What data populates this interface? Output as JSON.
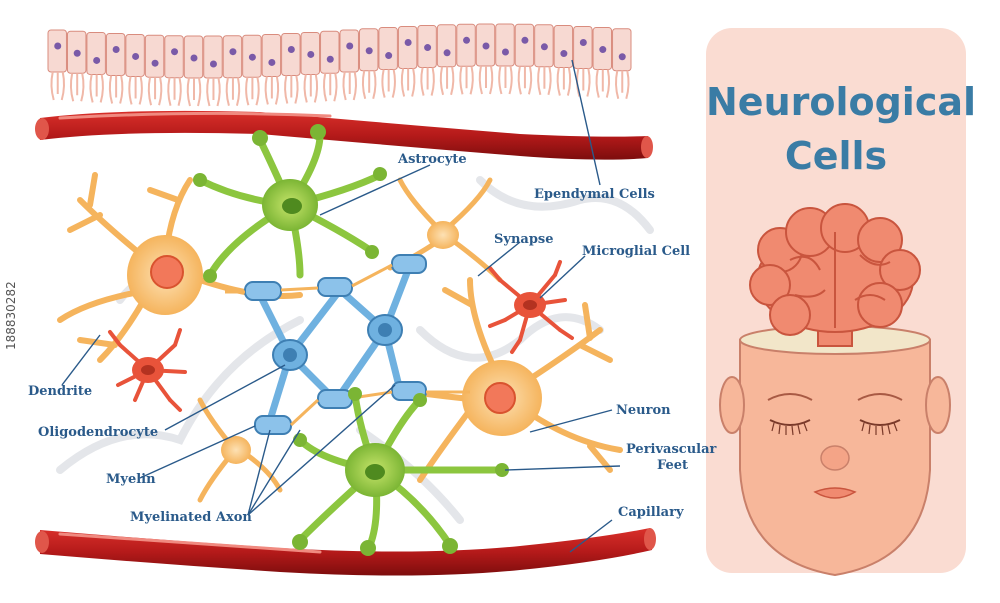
{
  "title": {
    "line1": "Neurological",
    "line2": "Cells"
  },
  "labels": {
    "astrocyte": "Astrocyte",
    "ependymal": "Ependymal Cells",
    "synapse": "Synapse",
    "microglial": "Microglial Cell",
    "dendrite": "Dendrite",
    "oligodendrocyte": "Oligodendrocyte",
    "myelin": "Myelin",
    "myelinated_axon": "Myelinated Axon",
    "neuron": "Neuron",
    "perivascular_1": "Perivascular",
    "perivascular_2": "Feet",
    "capillary": "Capillary"
  },
  "stock_id": "188830282",
  "colors": {
    "title": "#3a7ca5",
    "label": "#2a5a8a",
    "panel": "#fadcd2",
    "capillary": "#b51a1a",
    "astrocyte": "#8cc63f",
    "neuron": "#f7c77a",
    "oligodendrocyte": "#6fb1e0",
    "microglia": "#e8533a",
    "ependymal": "#f7d9d2",
    "brain": "#f08a70",
    "skin": "#f7b79a"
  }
}
